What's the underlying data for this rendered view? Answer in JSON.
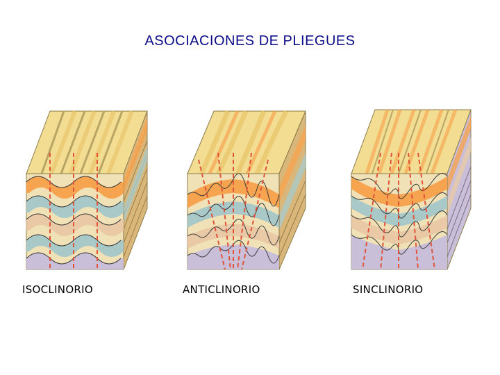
{
  "title": "ASOCIACIONES DE PLIEGUES",
  "colors": {
    "title": "#0b0b8a",
    "axial_line": "#e0543a",
    "bands": [
      "#f3d98a",
      "#f6a450",
      "#a9c9c8",
      "#e9c9a6",
      "#c9bfd9",
      "#f0e2b6"
    ]
  },
  "blocks": [
    {
      "id": "isoclinorio",
      "caption": "ISOCLINORIO"
    },
    {
      "id": "anticlinorio",
      "caption": "ANTICLINORIO"
    },
    {
      "id": "sinclinorio",
      "caption": "SINCLINORIO"
    }
  ]
}
